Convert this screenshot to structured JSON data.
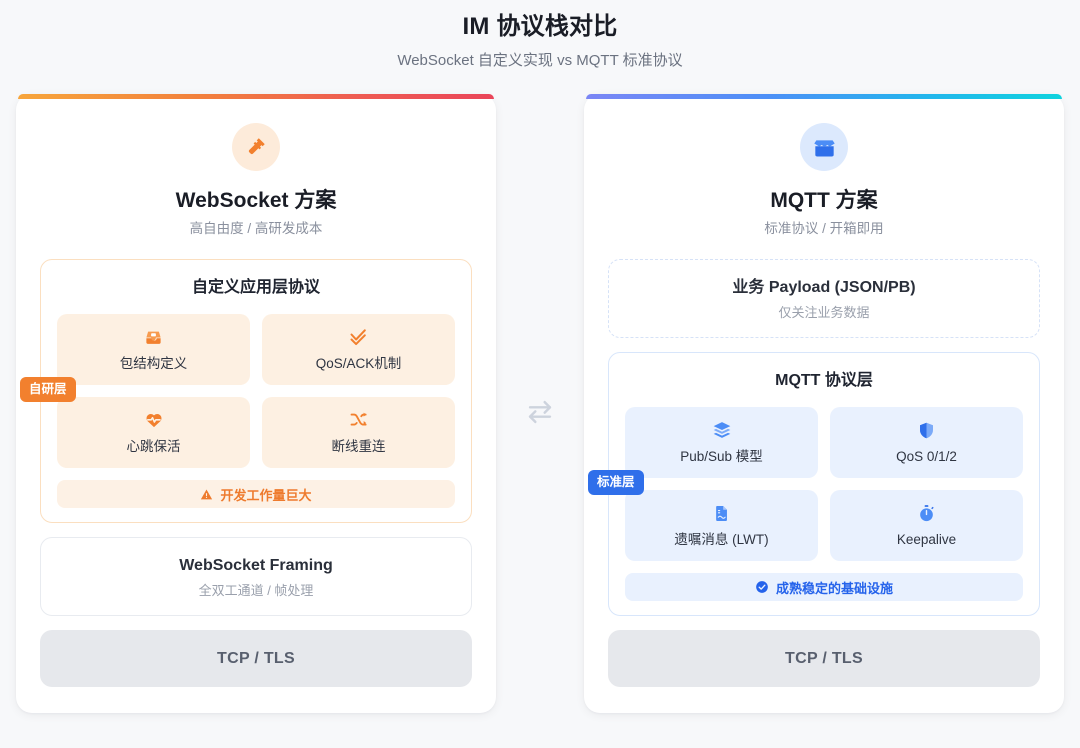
{
  "header": {
    "title": "IM 协议栈对比",
    "subtitle": "WebSocket 自定义实现 vs MQTT 标准协议"
  },
  "middle": {
    "icon": "exchange-arrows-icon"
  },
  "colors": {
    "ws_gradient_from": "#F7A53B",
    "ws_gradient_to": "#EA4559",
    "mqtt_gradient_from": "#7B86F5",
    "mqtt_gradient_to": "#10D3DE",
    "ws_accent": "#F2802E",
    "mqtt_accent": "#2F6FEA",
    "page_background": "#F7F8FA",
    "card_background": "#FFFFFF",
    "base_layer_background": "#E6E8EC"
  },
  "websocket": {
    "icon": "hammer-icon",
    "title": "WebSocket 方案",
    "subtitle": "高自由度 / 高研发成本",
    "side_badge": "自研层",
    "app_layer": {
      "title": "自定义应用层协议",
      "tiles": [
        {
          "icon": "inbox-icon",
          "label": "包结构定义"
        },
        {
          "icon": "double-check-icon",
          "label": "QoS/ACK机制"
        },
        {
          "icon": "heart-pulse-icon",
          "label": "心跳保活"
        },
        {
          "icon": "shuffle-icon",
          "label": "断线重连"
        }
      ],
      "note": {
        "icon": "warning-triangle-icon",
        "text": "开发工作量巨大"
      }
    },
    "framing": {
      "title": "WebSocket Framing",
      "subtitle": "全双工通道 / 帧处理"
    },
    "base": {
      "title": "TCP / TLS"
    }
  },
  "mqtt": {
    "icon": "open-box-icon",
    "title": "MQTT 方案",
    "subtitle": "标准协议 / 开箱即用",
    "side_badge": "标准层",
    "payload": {
      "title": "业务 Payload (JSON/PB)",
      "subtitle": "仅关注业务数据"
    },
    "protocol_layer": {
      "title": "MQTT 协议层",
      "tiles": [
        {
          "icon": "layers-icon",
          "label": "Pub/Sub 模型"
        },
        {
          "icon": "shield-icon",
          "label": "QoS 0/1/2"
        },
        {
          "icon": "file-script-icon",
          "label": "遗嘱消息 (LWT)"
        },
        {
          "icon": "stopwatch-icon",
          "label": "Keepalive"
        }
      ],
      "note": {
        "icon": "check-circle-icon",
        "text": "成熟稳定的基础设施"
      }
    },
    "base": {
      "title": "TCP / TLS"
    }
  }
}
